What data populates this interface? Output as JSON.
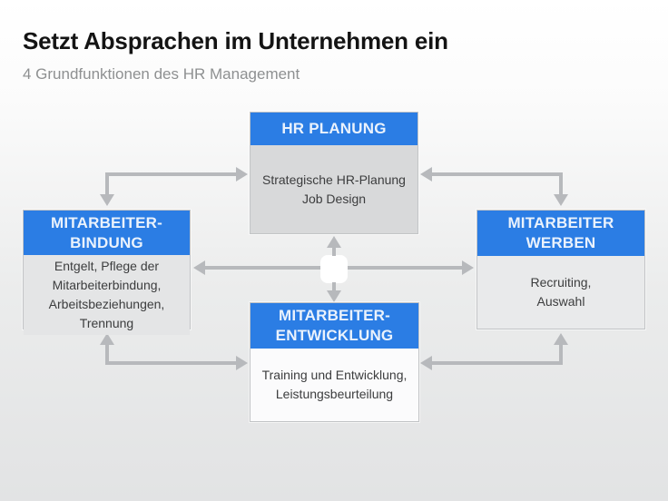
{
  "slide": {
    "title": "Setzt Absprachen im Unternehmen ein",
    "subtitle": "4 Grundfunktionen des HR Management"
  },
  "colors": {
    "header_blue": "#2b7de4",
    "header_text": "#eaf2fc",
    "arrow_gray": "#b7b9bc",
    "title_text": "#141414",
    "subtitle_text": "#8e9091",
    "body_text": "#3c3d3e",
    "box_border": "#c2c4c6"
  },
  "diagram": {
    "boxes": [
      {
        "id": "hr-planung",
        "title": "HR PLANUNG",
        "body": "Strategische HR-Planung\nJob Design"
      },
      {
        "id": "mitarbeiter-bindung",
        "title": "MITARBEITER-\nBINDUNG",
        "body": "Entgelt, Pflege der\nMitarbeiterbindung,\nArbeitsbeziehungen,\nTrennung"
      },
      {
        "id": "mitarbeiter-werben",
        "title": "MITARBEITER\nWERBEN",
        "body": "Recruiting,\nAuswahl"
      },
      {
        "id": "mitarbeiter-entwicklung",
        "title": "MITARBEITER-\nENTWICKLUNG",
        "body": "Training und Entwicklung,\nLeistungsbeurteilung"
      }
    ],
    "connectors": [
      {
        "from": "hr-planung",
        "to": "mitarbeiter-bindung",
        "style": "elbow",
        "arrows": "both"
      },
      {
        "from": "hr-planung",
        "to": "mitarbeiter-werben",
        "style": "elbow",
        "arrows": "both"
      },
      {
        "from": "mitarbeiter-bindung",
        "to": "mitarbeiter-werben",
        "style": "straight",
        "arrows": "both"
      },
      {
        "from": "hr-planung",
        "to": "mitarbeiter-entwicklung",
        "style": "straight-with-gap",
        "arrows": "both"
      },
      {
        "from": "mitarbeiter-bindung",
        "to": "mitarbeiter-entwicklung",
        "style": "elbow",
        "arrows": "both"
      },
      {
        "from": "mitarbeiter-werben",
        "to": "mitarbeiter-entwicklung",
        "style": "elbow",
        "arrows": "both"
      }
    ]
  }
}
